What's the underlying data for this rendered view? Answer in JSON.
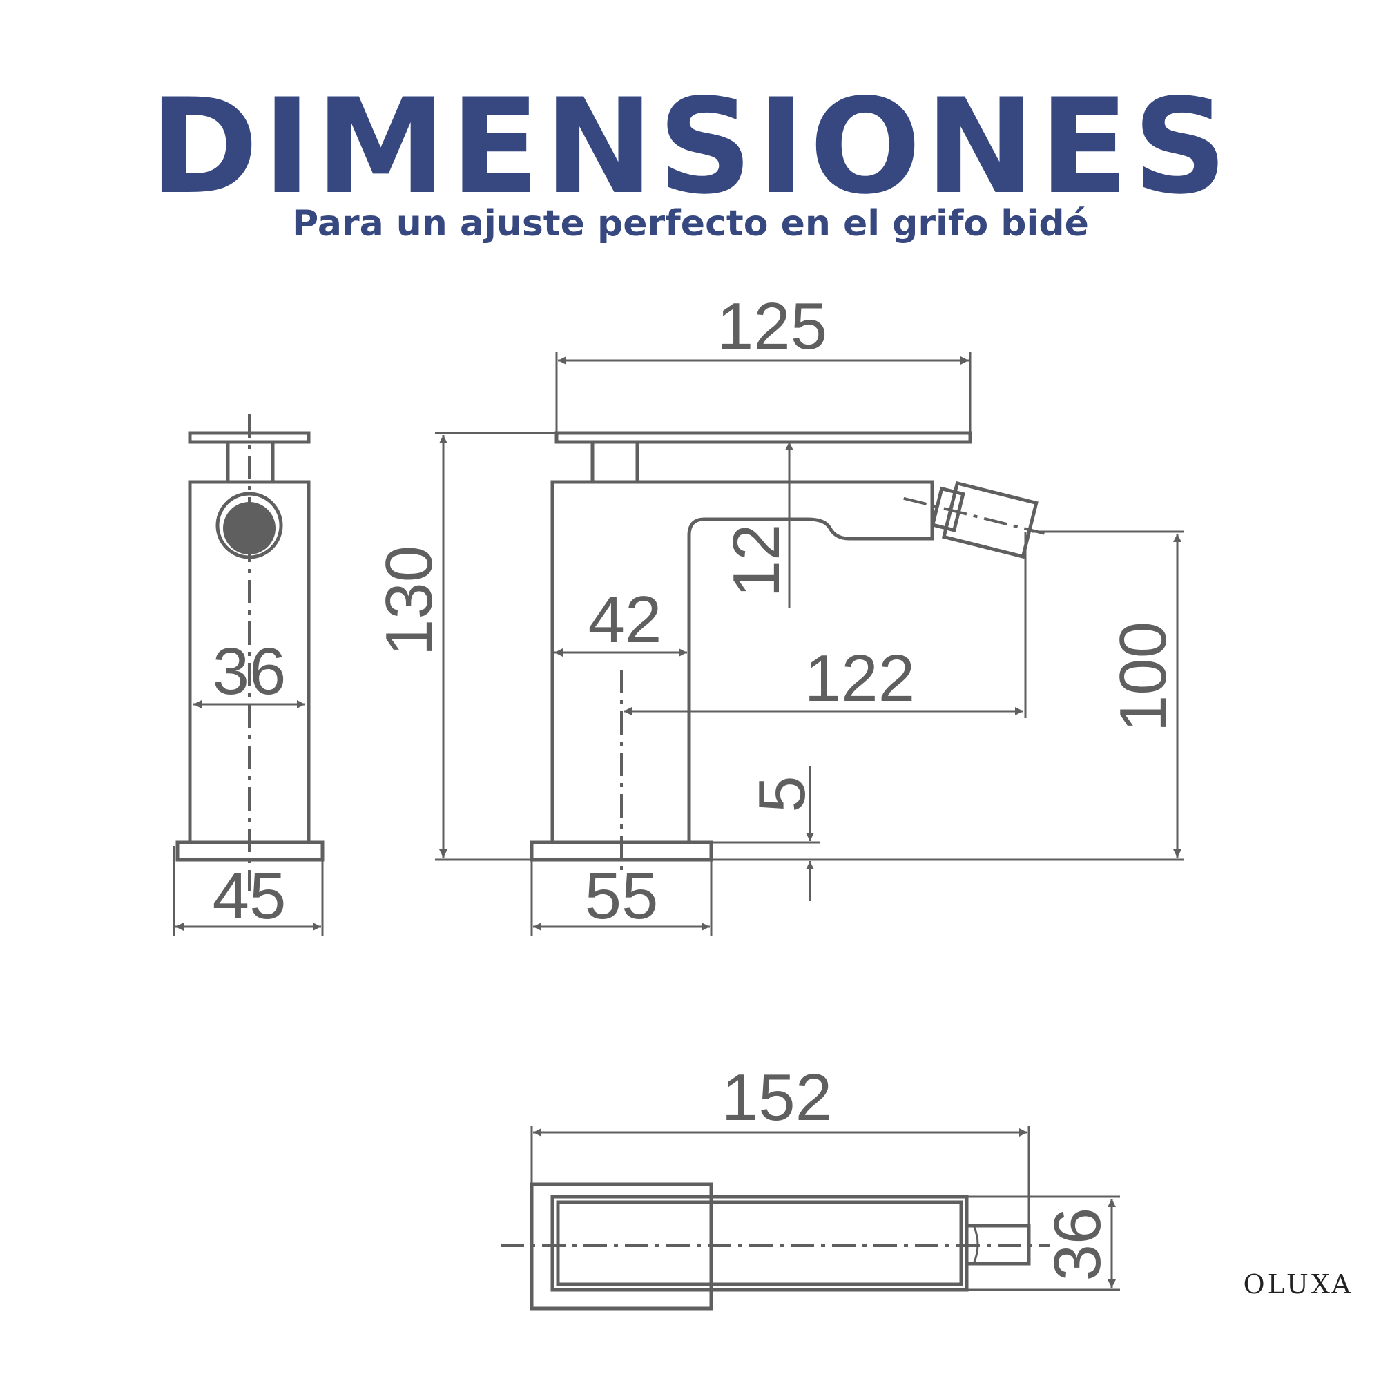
{
  "header": {
    "title": "DIMENSIONES",
    "subtitle": "Para un ajuste perfecto en el grifo bidé"
  },
  "colors": {
    "title": "#374880",
    "line": "#5f5f5f",
    "background": "#ffffff"
  },
  "dimensions": {
    "top_width": "125",
    "total_height": "130",
    "handle_gap": "12",
    "spout_height": "100",
    "body_depth_side": "36",
    "base_side": "45",
    "body_width": "42",
    "spout_reach": "122",
    "base_thickness": "5",
    "base_front": "55",
    "plan_length": "152",
    "plan_width": "36"
  },
  "brand": "OLUXA"
}
